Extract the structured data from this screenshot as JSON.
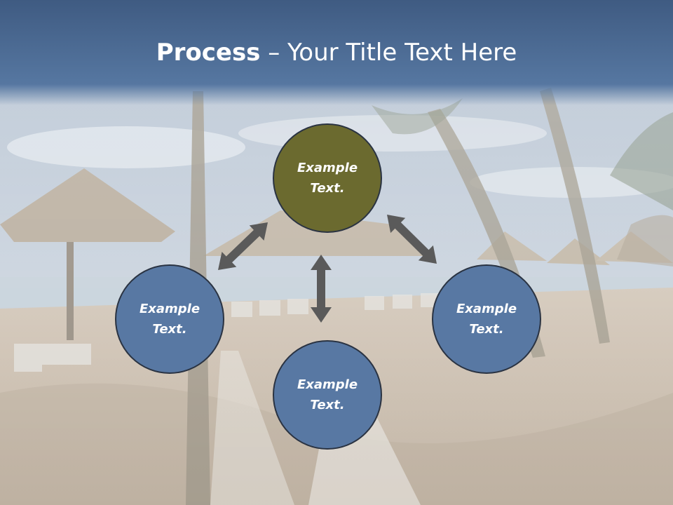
{
  "title": {
    "bold": "Process",
    "rest": " – Your Title Text Here"
  },
  "nodes": [
    {
      "id": "top",
      "line1": "Example",
      "line2": "Text.",
      "fill": "#6b6a2f"
    },
    {
      "id": "left",
      "line1": "Example",
      "line2": "Text.",
      "fill": "#5878a3"
    },
    {
      "id": "right",
      "line1": "Example",
      "line2": "Text.",
      "fill": "#5878a3"
    },
    {
      "id": "bottom",
      "line1": "Example",
      "line2": "Text.",
      "fill": "#5878a3"
    }
  ],
  "colors": {
    "title_band": "#4f6d96",
    "node_border": "#2a3342",
    "arrow": "#5a5a5a"
  }
}
